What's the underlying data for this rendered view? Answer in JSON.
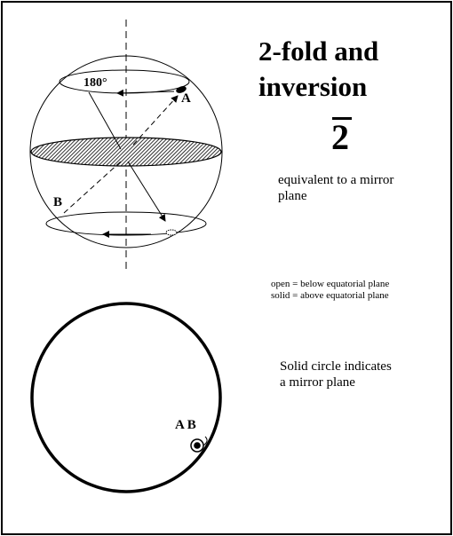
{
  "title": {
    "line1": "2-fold and",
    "line2": "inversion"
  },
  "symbol": {
    "digit": "2"
  },
  "description": {
    "line1": "equivalent to a mirror",
    "line2": "plane"
  },
  "legend": {
    "open": "open = below equatorial plane",
    "solid": "solid = above equatorial plane"
  },
  "projection_note": {
    "line1": "Solid circle indicates",
    "line2": "a mirror plane"
  },
  "sphere_labels": {
    "angle": "180°",
    "a": "A",
    "b": "B"
  },
  "projection_labels": {
    "ab": "A B"
  }
}
